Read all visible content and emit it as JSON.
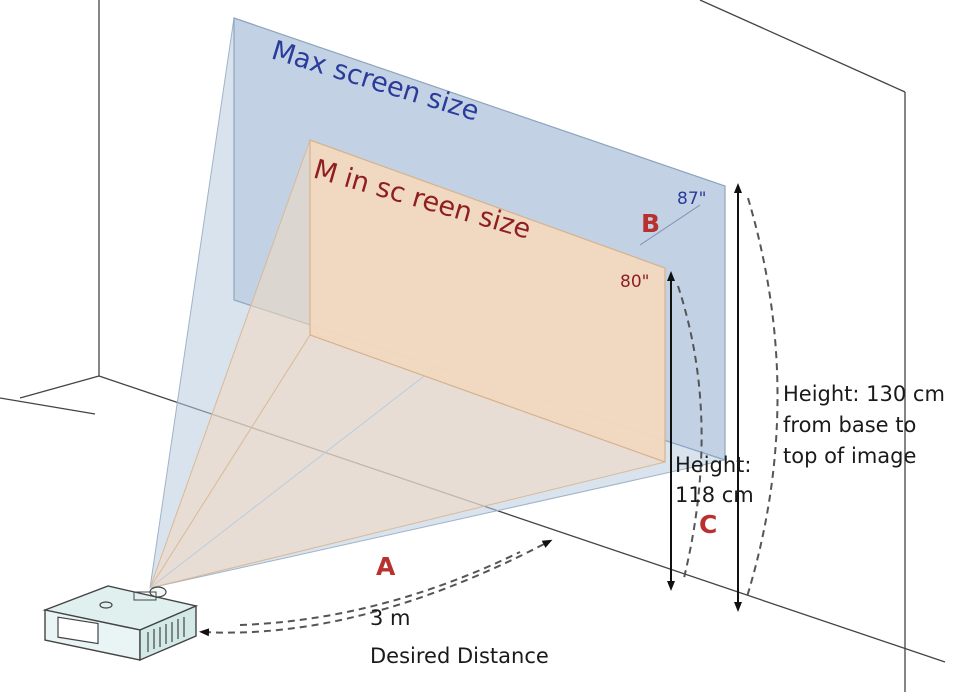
{
  "labels": {
    "max_screen": "Max screen size",
    "min_screen": "M in sc reen size",
    "max_diag": "87\"",
    "min_diag": "80\"",
    "letter_a": "A",
    "letter_b": "B",
    "letter_c": "C",
    "distance_value": "3 m",
    "distance_caption": "Desired Distance",
    "height_min_line1": "Height:",
    "height_min_line2": "118 cm",
    "height_max_line1": "Height: 130 cm",
    "height_max_line2": "from base to",
    "height_max_line3": "top of image"
  },
  "colors": {
    "max_screen": "#b9cce0",
    "min_screen": "#f2d8bf",
    "max_text": "#2b3b9a",
    "min_text": "#8f1f1f",
    "letters": "#b8312f",
    "projector": "#dff0ef"
  }
}
